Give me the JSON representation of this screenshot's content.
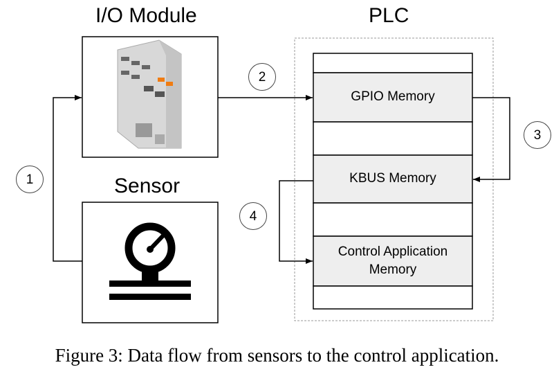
{
  "labels": {
    "io_module": "I/O Module",
    "plc": "PLC",
    "sensor": "Sensor"
  },
  "memory": {
    "gpio": "GPIO Memory",
    "kbus": "KBUS Memory",
    "control_line1": "Control Application",
    "control_line2": "Memory"
  },
  "steps": [
    "1",
    "2",
    "3",
    "4"
  ],
  "caption": "Figure 3: Data flow from sensors to the control application."
}
